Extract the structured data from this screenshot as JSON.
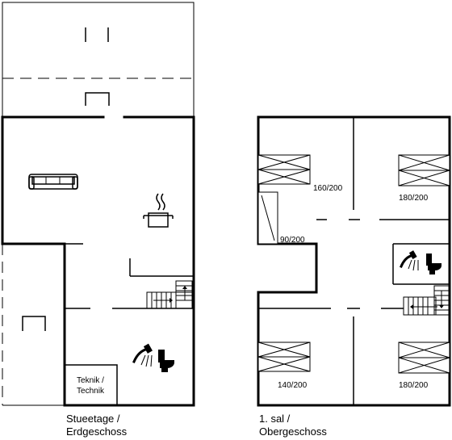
{
  "floors": [
    {
      "label_line1": "Stueetage /",
      "label_line2": "Erdgeschoss"
    },
    {
      "label_line1": "1. sal /",
      "label_line2": "Obergeschoss"
    }
  ],
  "rooms": {
    "technik_line1": "Teknik /",
    "technik_line2": "Technik"
  },
  "beds": {
    "bed_160": "160/200",
    "bed_180_top": "180/200",
    "bed_90": "90/200",
    "bed_140": "140/200",
    "bed_180_bottom": "180/200"
  },
  "icons": {
    "ground_floor": [
      "sofa-icon",
      "cooking-pot-icon",
      "shower-icon",
      "toilet-icon",
      "stairs-up-icon"
    ],
    "first_floor": [
      "shower-icon",
      "toilet-icon",
      "stairs-down-icon"
    ]
  }
}
